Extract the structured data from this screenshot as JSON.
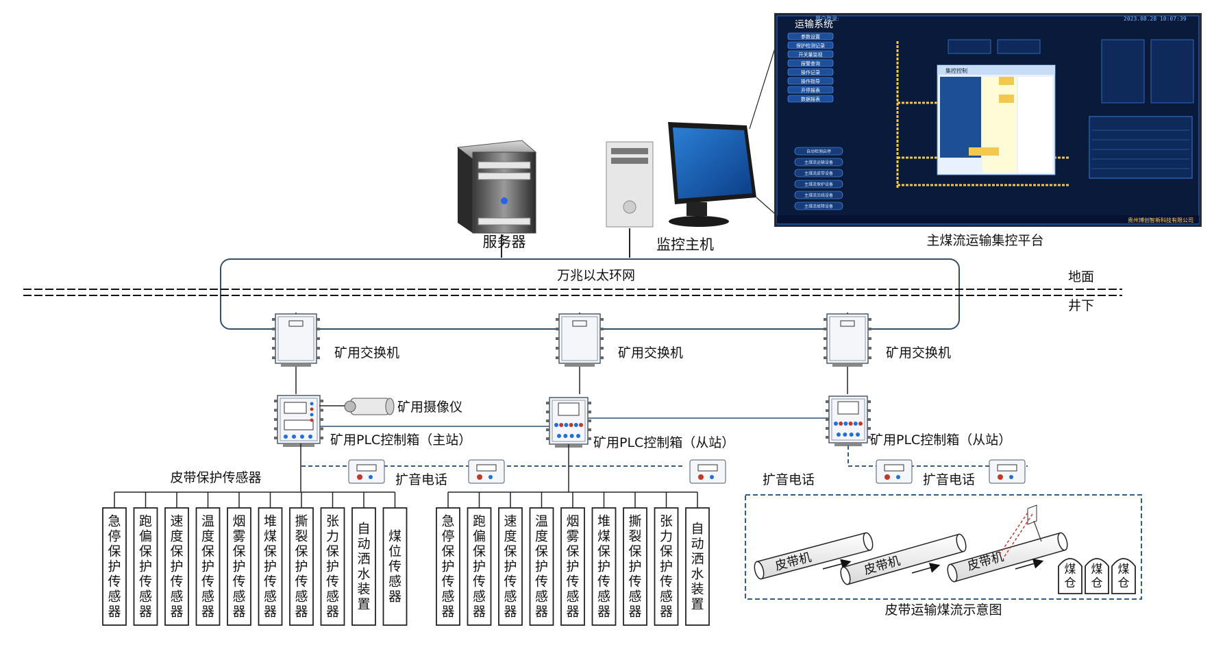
{
  "top": {
    "server_label": "服务器",
    "monitor_host_label": "监控主机",
    "platform_caption": "主煤流运输集控平台"
  },
  "screen": {
    "title": "运输系统",
    "top_left_tag": "用户登录:",
    "datetime": "2023.08.28 10:07:39",
    "footer_company": "贵州博创智新科技有限公司",
    "menu": [
      "参数设置",
      "保护检测记录",
      "开关量监视",
      "报警查询",
      "操作记录",
      "操作指导",
      "开停报表",
      "数据报表"
    ],
    "menu_lower": [
      "自动检测启停",
      "主煤流运输设备",
      "主煤流皮带设备",
      "主煤流保护设备",
      "主煤流沿线设备",
      "主煤流故障设备"
    ],
    "popup_title": "集控控制",
    "accent_color": "#1e6fd9"
  },
  "network": {
    "ring_label": "万兆以太环网",
    "surface_label": "地面",
    "underground_label": "井下"
  },
  "switches": [
    {
      "label": "矿用交换机"
    },
    {
      "label": "矿用交换机"
    },
    {
      "label": "矿用交换机"
    }
  ],
  "camera_label": "矿用摄像仪",
  "plc": [
    {
      "label": "矿用PLC控制箱（主站）"
    },
    {
      "label": "矿用PLC控制箱（从站）"
    },
    {
      "label": "矿用PLC控制箱（从站）"
    }
  ],
  "phones": [
    {
      "label": "扩音电话"
    },
    {
      "label": "扩音电话"
    },
    {
      "label": "扩音电话"
    }
  ],
  "sensor_group_label": "皮带保护传感器",
  "sensors_group1": [
    "急停保护传感器",
    "跑偏保护传感器",
    "速度保护传感器",
    "温度保护传感器",
    "烟雾保护传感器",
    "堆煤保护传感器",
    "撕裂保护传感器",
    "张力保护传感器",
    "自动洒水装置",
    "煤位传感器"
  ],
  "sensors_group2": [
    "急停保护传感器",
    "跑偏保护传感器",
    "速度保护传感器",
    "温度保护传感器",
    "烟雾保护传感器",
    "堆煤保护传感器",
    "撕裂保护传感器",
    "张力保护传感器",
    "自动洒水装置"
  ],
  "belt_diagram": {
    "caption": "皮带运输煤流示意图",
    "belts": [
      "皮带机",
      "皮带机",
      "皮带机"
    ],
    "bunkers": [
      "煤仓",
      "煤仓",
      "煤仓"
    ]
  },
  "colors": {
    "line": "#222222",
    "dash_blue": "#2f5d8a",
    "screen_bg": "#0a1a3a",
    "device_blue": "#3a7bd5"
  }
}
